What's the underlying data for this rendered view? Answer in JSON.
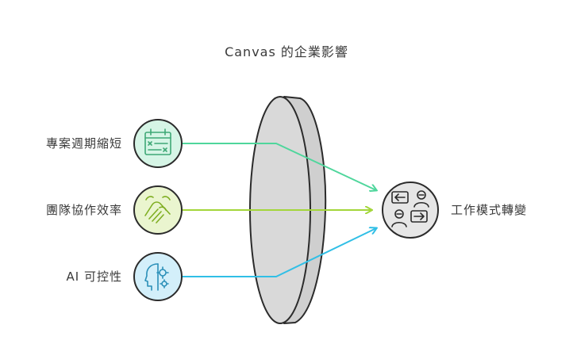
{
  "title": "Canvas 的企業影響",
  "inputs": [
    {
      "label": "專案週期縮短",
      "icon": "calendar-icon",
      "color": "#4fd69c",
      "fill": "#d6f5e6"
    },
    {
      "label": "團隊協作效率",
      "icon": "handshake-icon",
      "color": "#a3d63a",
      "fill": "#eaf5cf"
    },
    {
      "label": "AI 可控性",
      "icon": "ai-gear-head-icon",
      "color": "#31bfe6",
      "fill": "#d3effa"
    }
  ],
  "lens": {
    "icon": "lens-icon",
    "fill": "#d9d9d9",
    "stroke": "#2b2b2b"
  },
  "output": {
    "label": "工作模式轉變",
    "icon": "people-exchange-icon",
    "fill": "#e6e6e6"
  }
}
